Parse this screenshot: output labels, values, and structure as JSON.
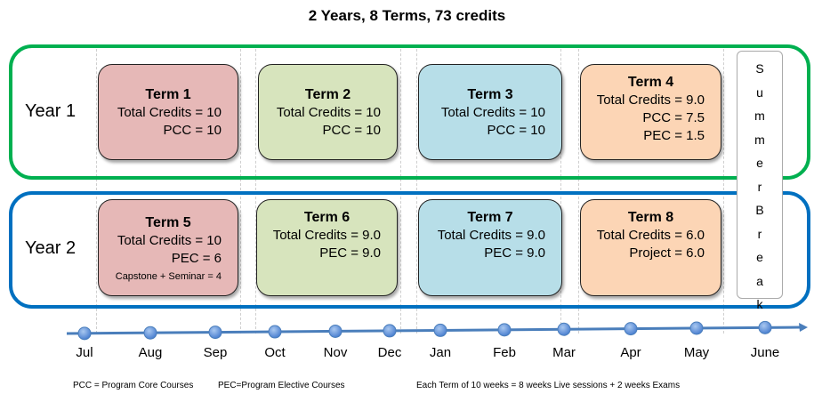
{
  "title": "2 Years, 8 Terms, 73 credits",
  "years": [
    "Year 1",
    "Year 2"
  ],
  "terms": [
    {
      "name": "Term 1",
      "lines": [
        "Total Credits = 10",
        "PCC = 10"
      ],
      "color": "#e6b8b7"
    },
    {
      "name": "Term 2",
      "lines": [
        "Total Credits = 10",
        "PCC = 10"
      ],
      "color": "#d7e4bd"
    },
    {
      "name": "Term 3",
      "lines": [
        "Total Credits = 10",
        "PCC = 10"
      ],
      "color": "#b7dee8"
    },
    {
      "name": "Term 4",
      "lines": [
        "Total Credits = 9.0",
        "PCC = 7.5",
        "PEC = 1.5"
      ],
      "color": "#fcd5b5"
    },
    {
      "name": "Term 5",
      "lines": [
        "Total Credits = 10",
        "PEC =   6",
        "Capstone + Seminar = 4"
      ],
      "color": "#e6b8b7"
    },
    {
      "name": "Term 6",
      "lines": [
        "Total Credits = 9.0",
        "PEC = 9.0"
      ],
      "color": "#d7e4bd"
    },
    {
      "name": "Term 7",
      "lines": [
        "Total Credits = 9.0",
        "PEC = 9.0"
      ],
      "color": "#b7dee8"
    },
    {
      "name": "Term 8",
      "lines": [
        "Total Credits = 6.0",
        "Project = 6.0"
      ],
      "color": "#fcd5b5"
    }
  ],
  "summer_break": [
    "S",
    "u",
    "m",
    "m",
    "e",
    "r",
    "B",
    "r",
    "e",
    "a",
    "k"
  ],
  "months": [
    "Jul",
    "Aug",
    "Sep",
    "Oct",
    "Nov",
    "Dec",
    "Jan",
    "Feb",
    "Mar",
    "Apr",
    "May",
    "June"
  ],
  "notes": [
    "PCC = Program Core Courses",
    "PEC=Program Elective Courses",
    "Each Term of 10 weeks = 8 weeks Live sessions + 2 weeks Exams"
  ]
}
